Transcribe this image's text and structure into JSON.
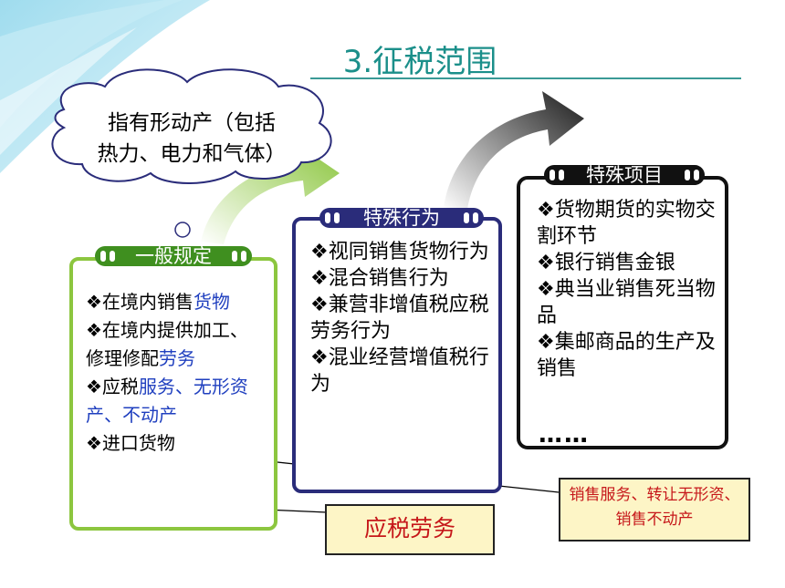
{
  "title": "3.征税范围",
  "cloud": {
    "line1": "指有形动产（包括",
    "line2": "热力、电力和气体）"
  },
  "general": {
    "header": "一般规定",
    "items": [
      {
        "pre": "❖在境内销售",
        "highlight": "货物",
        "post": ""
      },
      {
        "pre": "❖在境内提供加工、修理修配",
        "highlight": "劳务",
        "post": ""
      },
      {
        "pre": "❖应税",
        "highlight": "服务、无形资产、不动产",
        "post": ""
      },
      {
        "pre": "❖进口货物",
        "highlight": "",
        "post": ""
      }
    ]
  },
  "special_act": {
    "header": "特殊行为",
    "items": [
      "❖视同销售货物行为",
      "❖混合销售行为",
      "❖兼营非增值税应税劳务行为",
      "❖混业经营增值税行为"
    ]
  },
  "special_item": {
    "header": "特殊项目",
    "items": [
      "❖货物期货的实物交割环节",
      "❖银行销售金银",
      "❖典当业销售死当物品",
      "❖集邮商品的生产及销售"
    ],
    "ellipsis": "……"
  },
  "note_labor": "应税劳务",
  "note_service": "销售服务、转让无形资、销售不动产",
  "colors": {
    "title": "#1b8f8a",
    "general_border": "#8cc63f",
    "act_border": "#2a2c7a",
    "item_border": "#111111",
    "highlight": "#1f3fbf",
    "note_text": "#c6171a",
    "note_bg": "#fdf5c6"
  }
}
